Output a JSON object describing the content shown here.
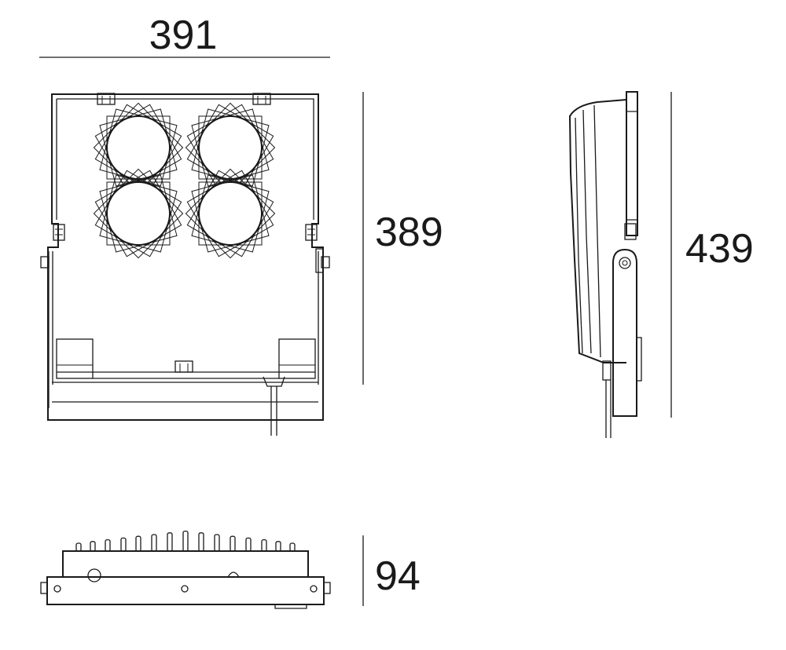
{
  "dimensions": {
    "width": "391",
    "front_height": "389",
    "side_height": "439",
    "depth": "94"
  }
}
